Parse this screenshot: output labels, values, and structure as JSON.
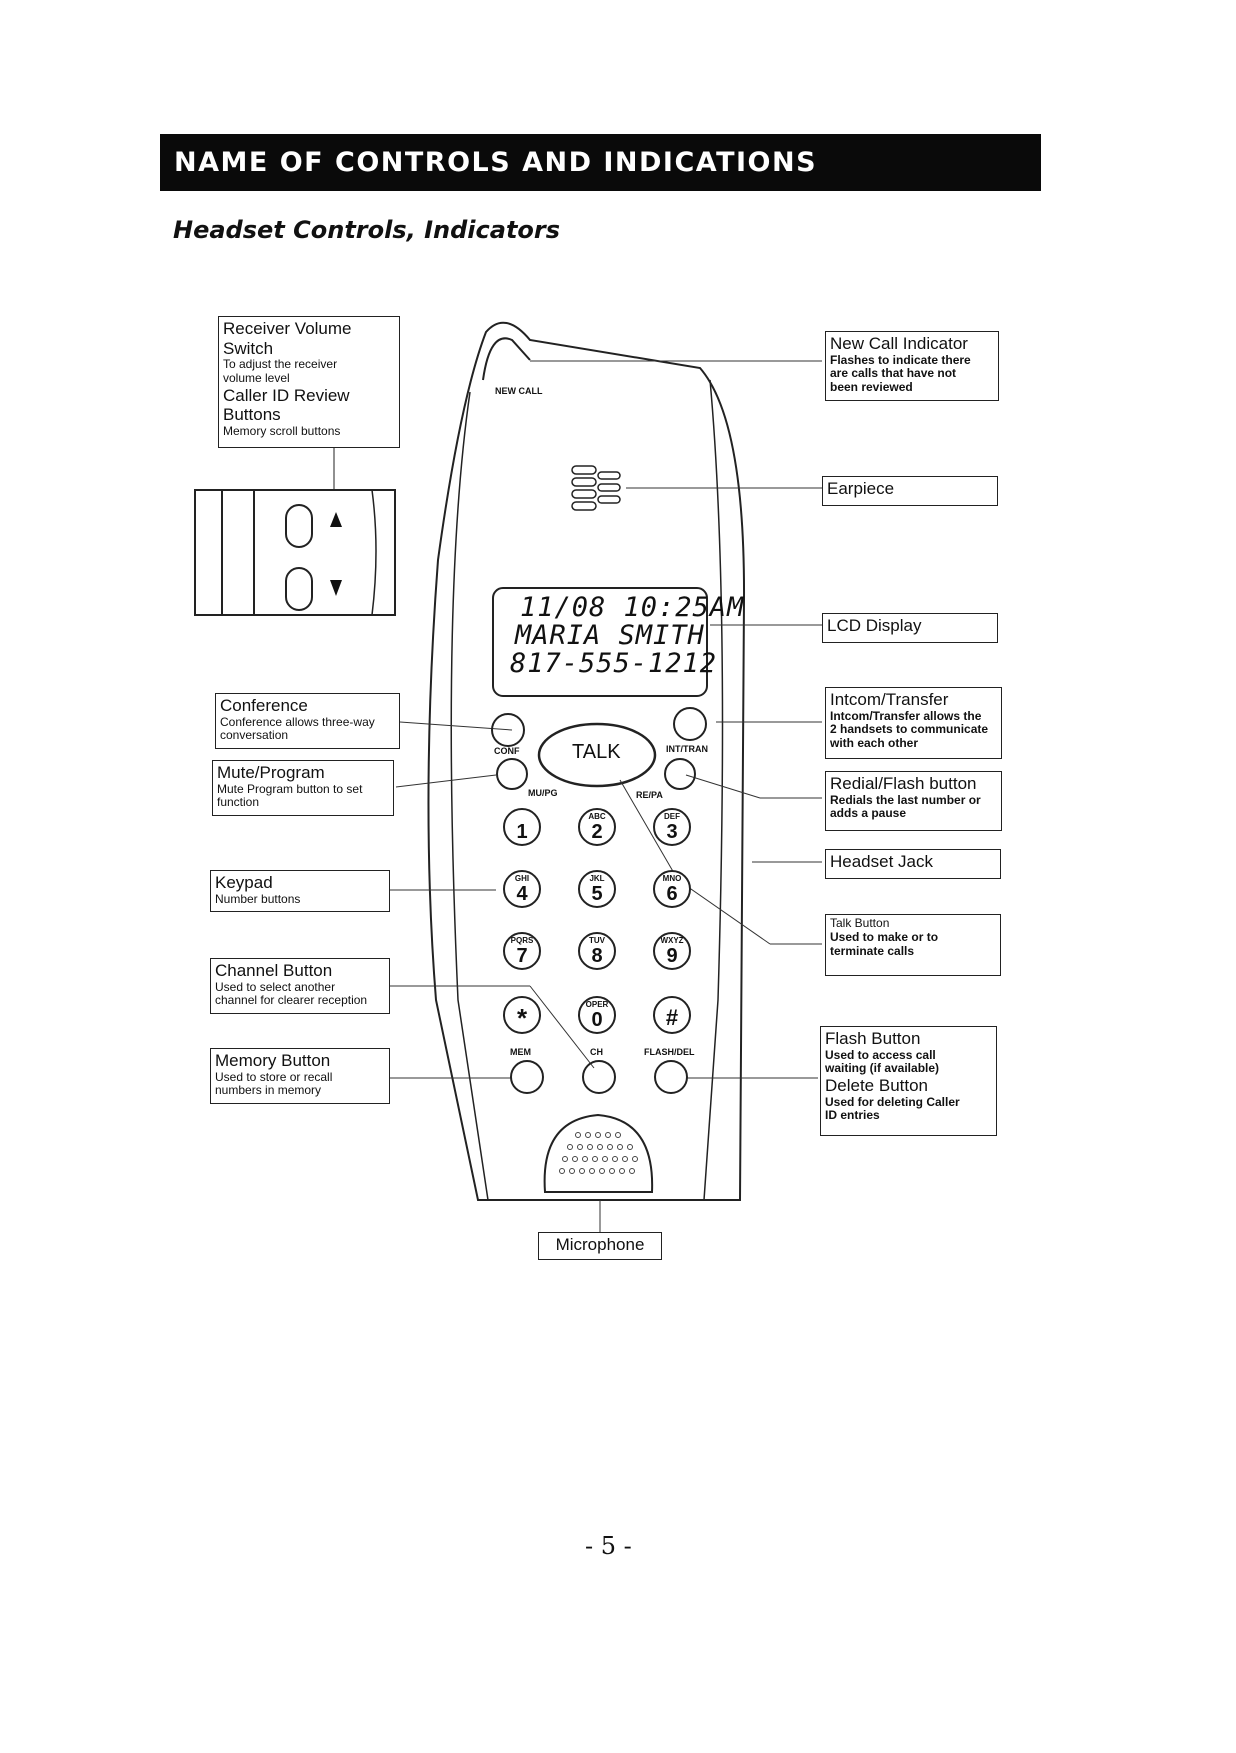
{
  "header": {
    "title": "NAME OF CONTROLS AND INDICATIONS"
  },
  "section": {
    "subtitle": "Headset Controls, Indicators"
  },
  "callouts": {
    "receiver": {
      "title1": "Receiver Volume",
      "title2": "Switch",
      "desc1": "To adjust the receiver",
      "desc2": "volume level",
      "title3": "Caller ID Review",
      "title4": "Buttons",
      "desc3": "Memory scroll buttons"
    },
    "new_call": {
      "title": "New Call Indicator",
      "desc1": "Flashes to indicate there",
      "desc2": "are calls that have not",
      "desc3": "been reviewed"
    },
    "earpiece": {
      "title": "Earpiece"
    },
    "lcd": {
      "title": "LCD Display"
    },
    "conference": {
      "title": "Conference",
      "desc1": "Conference allows three-way",
      "desc2": "conversation"
    },
    "intcom": {
      "title": "Intcom/Transfer",
      "desc1": "Intcom/Transfer allows the",
      "desc2": "2 handsets to communicate",
      "desc3": "with each other"
    },
    "mute": {
      "title": "Mute/Program",
      "desc1": "Mute Program button to set",
      "desc2": "function"
    },
    "redial": {
      "title": "Redial/Flash button",
      "desc1": "Redials the last number or",
      "desc2": "adds a pause"
    },
    "headset_jack": {
      "title": "Headset Jack"
    },
    "keypad": {
      "title": "Keypad",
      "desc1": "Number buttons"
    },
    "talk": {
      "title": "Talk Button",
      "desc1": "Used to make or to",
      "desc2": "terminate calls"
    },
    "channel": {
      "title": "Channel Button",
      "desc1": "Used to select another",
      "desc2": "channel for clearer reception"
    },
    "flash": {
      "title": "Flash Button",
      "desc1": "Used to access call",
      "desc2": "waiting (if available)",
      "title2": "Delete Button",
      "desc3": "Used for deleting Caller",
      "desc4": "ID entries"
    },
    "memory": {
      "title": "Memory Button",
      "desc1": "Used to store or recall",
      "desc2": "numbers in memory"
    },
    "microphone": {
      "title": "Microphone"
    }
  },
  "phone": {
    "new_call_label": "NEW CALL",
    "lcd_line1": "11/08 10:25AM",
    "lcd_line2": "MARIA SMITH",
    "lcd_line3": "817-555-1212",
    "talk_label": "TALK",
    "conf_label": "CONF",
    "intran_label": "INT/TRAN",
    "mupg_label": "MU/PG",
    "repa_label": "RE/PA",
    "mem_label": "MEM",
    "ch_label": "CH",
    "flash_label": "FLASH/DEL",
    "keys": [
      {
        "letters": "",
        "num": "1"
      },
      {
        "letters": "ABC",
        "num": "2"
      },
      {
        "letters": "DEF",
        "num": "3"
      },
      {
        "letters": "GHI",
        "num": "4"
      },
      {
        "letters": "JKL",
        "num": "5"
      },
      {
        "letters": "MNO",
        "num": "6"
      },
      {
        "letters": "PQRS",
        "num": "7"
      },
      {
        "letters": "TUV",
        "num": "8"
      },
      {
        "letters": "WXYZ",
        "num": "9"
      },
      {
        "letters": "",
        "num": "*"
      },
      {
        "letters": "OPER",
        "num": "0"
      },
      {
        "letters": "",
        "num": "#"
      }
    ]
  },
  "page_number": "- 5 -"
}
